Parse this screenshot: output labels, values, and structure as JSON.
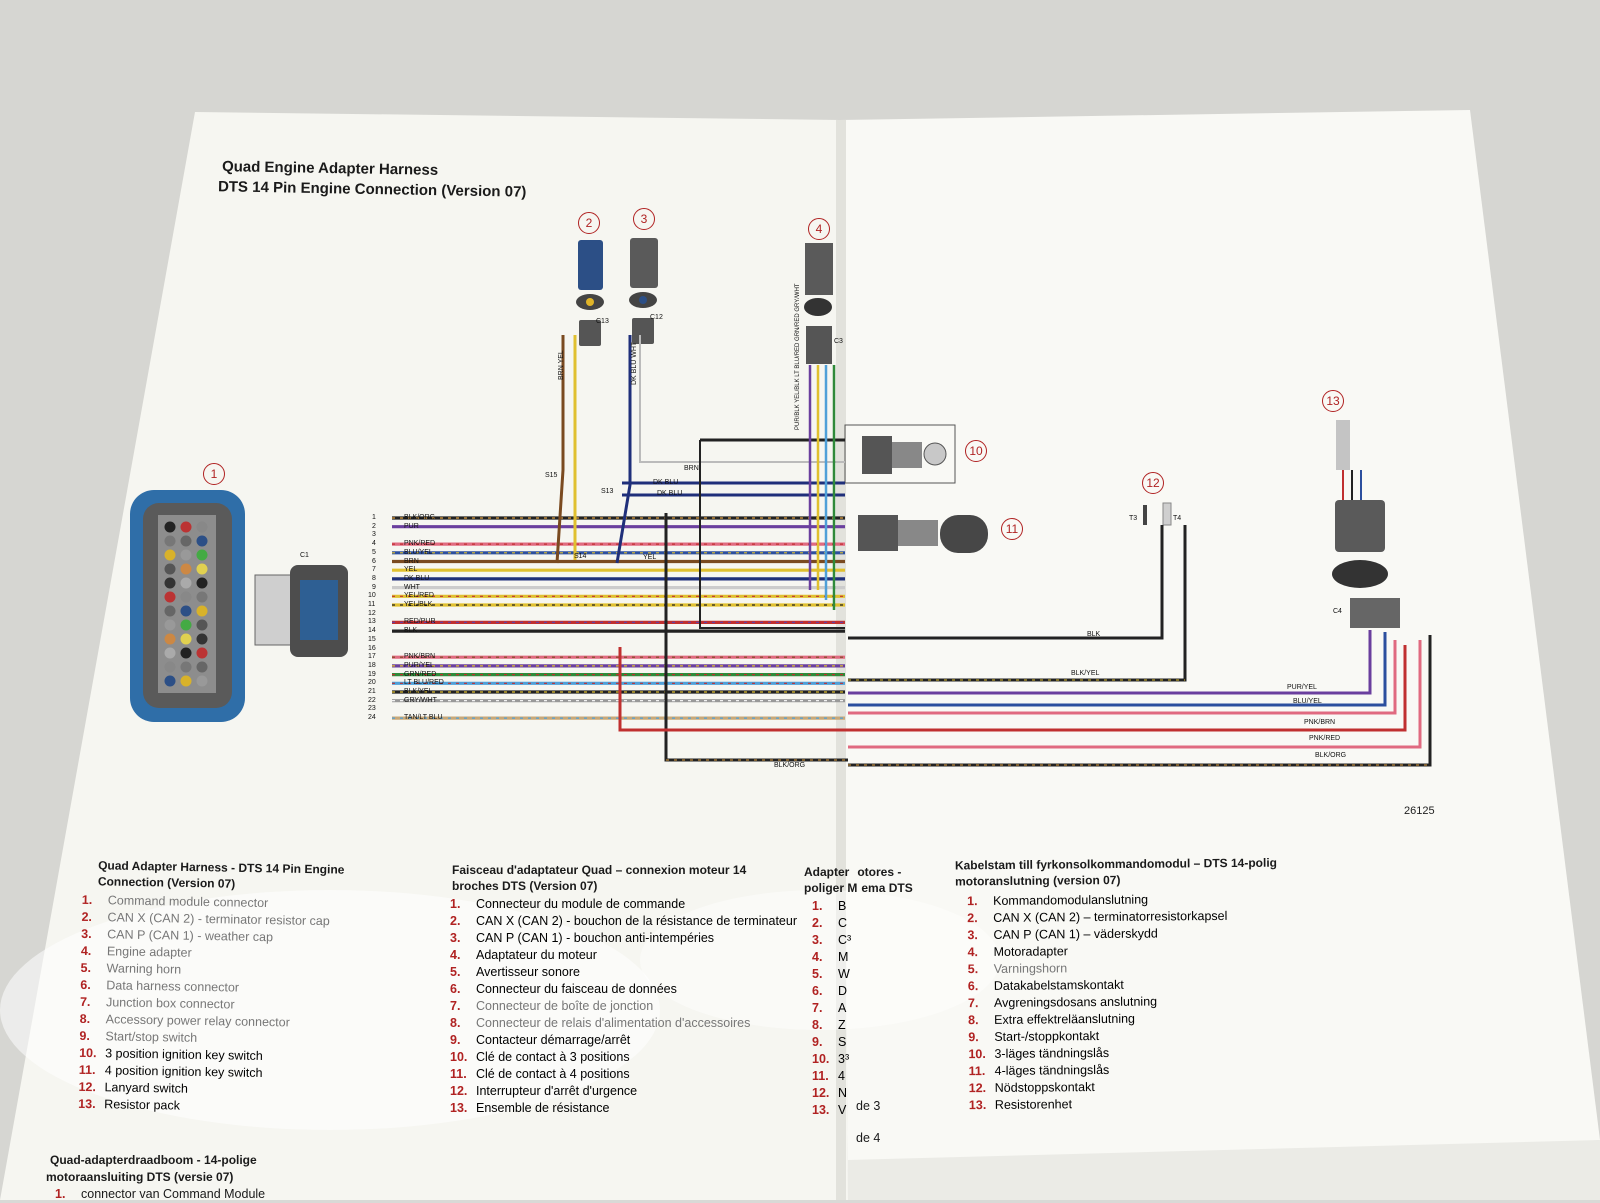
{
  "document": {
    "title_line1": "Quad Engine Adapter Harness",
    "title_line2": "DTS 14 Pin Engine Connection (Version 07)",
    "figure_number": "26125",
    "callouts": [
      "1",
      "2",
      "3",
      "4",
      "10",
      "11",
      "12",
      "13"
    ],
    "connectors": {
      "c1": "C1",
      "c12": "C12",
      "c13": "C13",
      "c3": "C3",
      "c4": "C4",
      "t3": "T3",
      "t4": "T4",
      "s13": "S13",
      "s14": "S14",
      "s15": "S15"
    },
    "pins": [
      {
        "n": "1",
        "wire": "BLK/ORG"
      },
      {
        "n": "2",
        "wire": "PUR"
      },
      {
        "n": "3",
        "wire": ""
      },
      {
        "n": "4",
        "wire": "PNK/RED"
      },
      {
        "n": "5",
        "wire": "BLU/YEL"
      },
      {
        "n": "6",
        "wire": "BRN"
      },
      {
        "n": "7",
        "wire": "YEL"
      },
      {
        "n": "8",
        "wire": "DK BLU"
      },
      {
        "n": "9",
        "wire": "WHT"
      },
      {
        "n": "10",
        "wire": "YEL/RED"
      },
      {
        "n": "11",
        "wire": "YEL/BLK"
      },
      {
        "n": "12",
        "wire": ""
      },
      {
        "n": "13",
        "wire": "RED/PUR"
      },
      {
        "n": "14",
        "wire": "BLK"
      },
      {
        "n": "15",
        "wire": ""
      },
      {
        "n": "16",
        "wire": ""
      },
      {
        "n": "17",
        "wire": "PNK/BRN"
      },
      {
        "n": "18",
        "wire": "PUR/YEL"
      },
      {
        "n": "19",
        "wire": "GRN/RED"
      },
      {
        "n": "20",
        "wire": "LT BLU/RED"
      },
      {
        "n": "21",
        "wire": "BLK/YEL"
      },
      {
        "n": "22",
        "wire": "GRY/WHT"
      },
      {
        "n": "23",
        "wire": ""
      },
      {
        "n": "24",
        "wire": "TAN/LT BLU"
      }
    ],
    "wire_labels": {
      "brn_top": "BRN",
      "dkblu1": "DK BLU",
      "dkblu2": "DK BLU",
      "yel_mid": "YEL",
      "blk_right": "BLK",
      "blkyel_right": "BLK/YEL",
      "puryel_right": "PUR/YEL",
      "bluyel_right": "BLU/YEL",
      "pnkbrn_right": "PNK/BRN",
      "pnkred_right": "PNK/RED",
      "blkorg_right": "BLK/ORG",
      "blkorg_bottom": "BLK/ORG",
      "c13_wires": "BRN YEL",
      "c12_wires": "DK BLU WHT",
      "c3_wires": "PUR/BLK YEL/BLK LT BLU/RED GRN/RED GRY/WHT"
    },
    "english": {
      "heading": "Quad Adapter Harness - DTS 14 Pin Engine Connection (Version 07)",
      "items": [
        "Command module connector",
        "CAN X (CAN 2) - terminator resistor cap",
        "CAN P (CAN 1) - weather cap",
        "Engine adapter",
        "Warning horn",
        "Data harness connector",
        "Junction box connector",
        "Accessory power relay connector",
        "Start/stop switch",
        "3 position ignition key switch",
        "4 position ignition key switch",
        "Lanyard switch",
        "Resistor pack"
      ]
    },
    "french": {
      "heading": "Faisceau d'adaptateur Quad – connexion moteur 14 broches DTS (Version 07)",
      "items": [
        "Connecteur du module de commande",
        "CAN X (CAN 2) - bouchon de la résistance de terminateur",
        "CAN P (CAN 1) - bouchon anti-intempéries",
        "Adaptateur du moteur",
        "Avertisseur sonore",
        "Connecteur du faisceau de données",
        "Connecteur de boîte de jonction",
        "Connecteur de relais d'alimentation d'accessoires",
        "Contacteur démarrage/arrêt",
        "Clé de contact à 3 positions",
        "Clé de contact à 4 positions",
        "Interrupteur d'arrêt d'urgence",
        "Ensemble de résistance"
      ]
    },
    "partial_column": {
      "heading_line1": "Adapter",
      "heading_line1_right": "otores -",
      "heading_line2": "poliger M",
      "heading_line2_right": "ema DTS",
      "letters": [
        "B",
        "C",
        "C³",
        "M",
        "W",
        "D",
        "A",
        "Z",
        "S",
        "3³",
        "4",
        "N",
        "V"
      ],
      "extra1": "de 3",
      "extra2": "de 4"
    },
    "swedish": {
      "heading": "Kabelstam till fyrkonsolkommandomodul – DTS 14-polig motoranslutning (version 07)",
      "items": [
        "Kommandomodulanslutning",
        "CAN X (CAN 2) – terminatorresistorkapsel",
        "CAN P (CAN 1) – väderskydd",
        "Motoradapter",
        "Varningshorn",
        "Datakabelstamskontakt",
        "Avgreningsdosans anslutning",
        "Extra effektreläanslutning",
        "Start-/stoppkontakt",
        "3-läges tändningslås",
        "4-läges tändningslås",
        "Nödstoppskontakt",
        "Resistorenhet"
      ]
    },
    "dutch": {
      "heading_line1": "Quad-adapterdraadboom - 14-polige",
      "heading_line2": "motoraansluiting DTS (versie 07)",
      "item1": "connector van Command Module"
    },
    "numbers": [
      "1.",
      "2.",
      "3.",
      "4.",
      "5.",
      "6.",
      "7.",
      "8.",
      "9.",
      "10.",
      "11.",
      "12.",
      "13."
    ]
  }
}
